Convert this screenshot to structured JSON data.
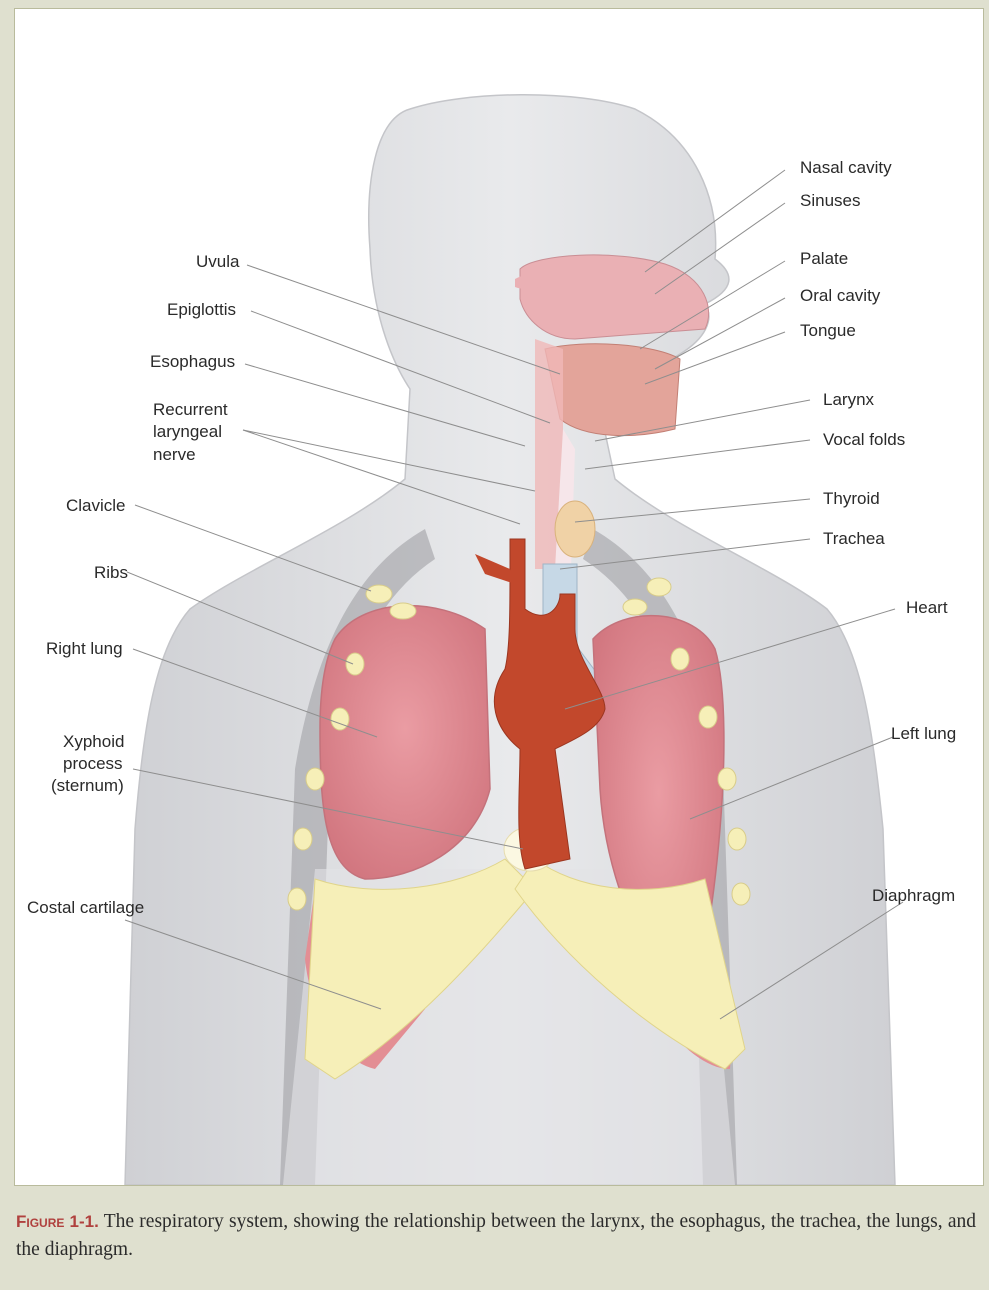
{
  "labels": {
    "nasal_cavity": "Nasal cavity",
    "sinuses": "Sinuses",
    "palate": "Palate",
    "oral_cavity": "Oral cavity",
    "tongue": "Tongue",
    "larynx": "Larynx",
    "vocal_folds": "Vocal folds",
    "thyroid": "Thyroid",
    "trachea": "Trachea",
    "heart": "Heart",
    "left_lung": "Left lung",
    "diaphragm": "Diaphragm",
    "uvula": "Uvula",
    "epiglottis": "Epiglottis",
    "esophagus": "Esophagus",
    "recurrent_laryngeal_nerve": [
      "Recurrent",
      "laryngeal",
      "nerve"
    ],
    "clavicle": "Clavicle",
    "ribs": "Ribs",
    "right_lung": "Right lung",
    "xyphoid_process": [
      "Xyphoid",
      "process",
      "(sternum)"
    ],
    "costal_cartilage": "Costal cartilage"
  },
  "caption": {
    "figure_label": "Figure 1-1.",
    "text": "The respiratory system, showing the relationship between the larynx, the esophagus, the trachea, the lungs, and the diaphragm."
  },
  "colors": {
    "page_background": "#dfe0cf",
    "panel_background": "#ffffff",
    "body_silhouette": "#dcdde0",
    "lung_tissue": "#dd8a93",
    "heart_aorta": "#c2482c",
    "cartilage": "#f6efb8",
    "caption_label": "#b0413e"
  }
}
